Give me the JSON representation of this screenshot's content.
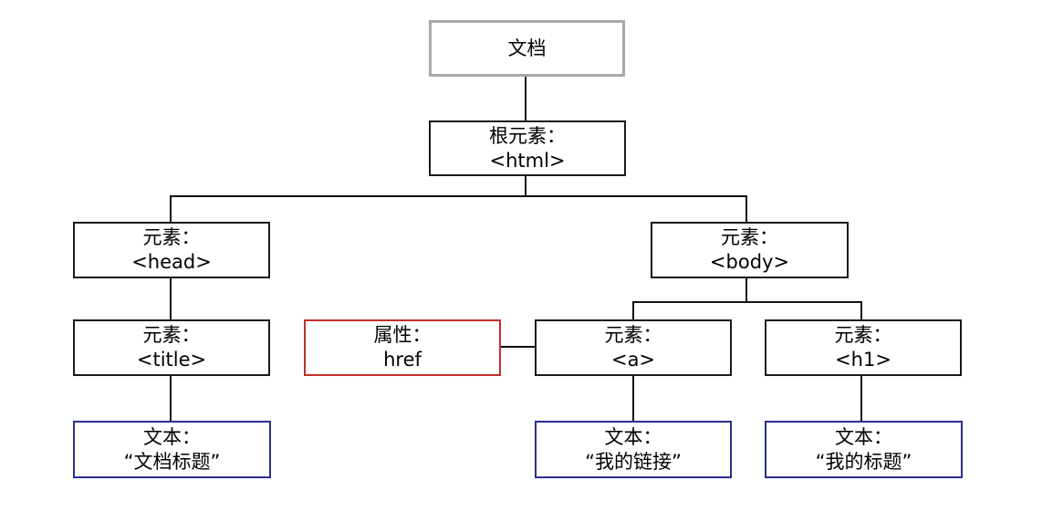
{
  "nodes": {
    "document": {
      "line1": "文档"
    },
    "html": {
      "line1": "根元素：",
      "line2": "<html>"
    },
    "head": {
      "line1": "元素：",
      "line2": "<head>"
    },
    "body": {
      "line1": "元素：",
      "line2": "<body>"
    },
    "title": {
      "line1": "元素：",
      "line2": "<title>"
    },
    "href": {
      "line1": "属性：",
      "line2": "href"
    },
    "a": {
      "line1": "元素：",
      "line2": "<a>"
    },
    "h1": {
      "line1": "元素：",
      "line2": "<h1>"
    },
    "title_text": {
      "line1": "文本：",
      "line2": "“文档标题”"
    },
    "a_text": {
      "line1": "文本：",
      "line2": "“我的链接”"
    },
    "h1_text": {
      "line1": "文本：",
      "line2": "“我的标题”"
    }
  },
  "colors": {
    "document_border": "#a8a8a8",
    "element_border": "#1a1a1a",
    "attribute_border": "#c0302a",
    "text_border": "#2a2f8c"
  }
}
